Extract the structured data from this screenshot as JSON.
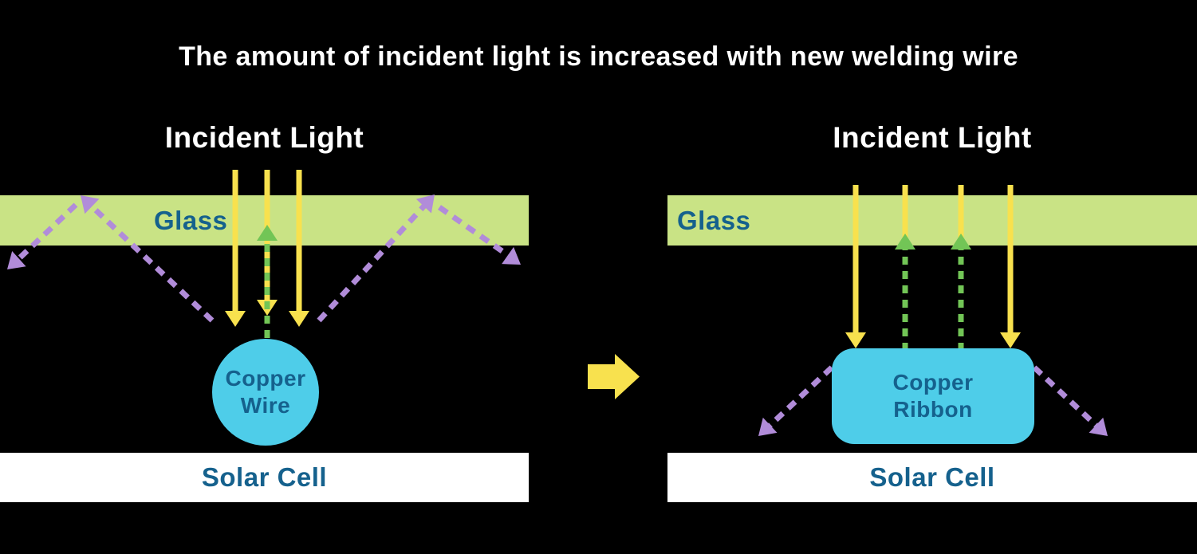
{
  "title": "The amount of incident light is increased with new welding wire",
  "colors": {
    "bg": "#000000",
    "title-text": "#ffffff",
    "glass-green": "#c9e385",
    "label-blue": "#15618d",
    "ray-yellow": "#f8e14e",
    "ray-purple": "#b18cd9",
    "ray-green": "#72c556",
    "copper-cyan": "#4ecde9",
    "solar-white": "#ffffff"
  },
  "left_panel": {
    "incident_light_label": "Incident Light",
    "glass_label": "Glass",
    "copper_label_line1": "Copper",
    "copper_label_line2": "Wire",
    "solar_cell_label": "Solar Cell"
  },
  "right_panel": {
    "incident_light_label": "Incident Light",
    "glass_label": "Glass",
    "copper_label_line1": "Copper",
    "copper_label_line2": "Ribbon",
    "solar_cell_label": "Solar Cell"
  }
}
